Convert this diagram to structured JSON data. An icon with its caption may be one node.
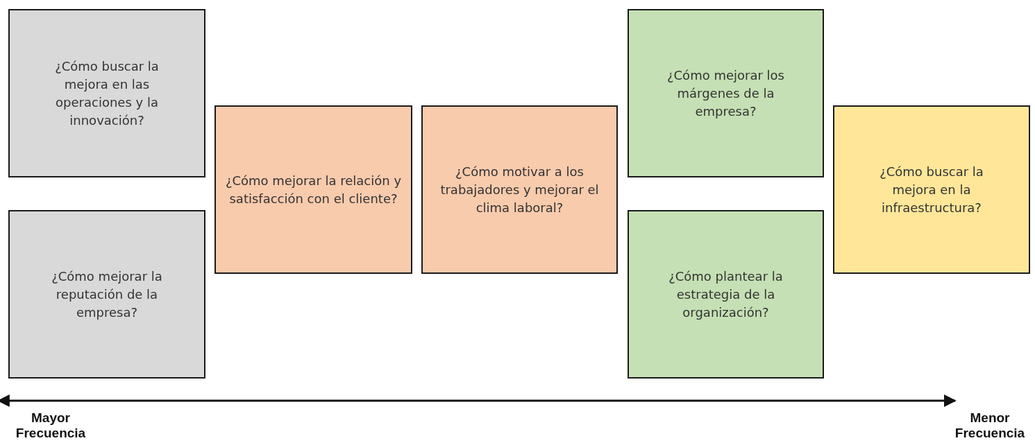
{
  "diagram": {
    "nodes": [
      {
        "text": [
          "¿Cómo buscar la mejora en las operaciones y la innovación?"
        ]
      },
      {
        "text": [
          "¿Cómo mejorar la reputación de la empresa?"
        ]
      },
      {
        "text": [
          "¿Cómo mejorar la relación y satisfacción con el cliente?"
        ]
      },
      {
        "text": [
          "¿Cómo motivar a los trabajadores y mejorar el clima laboral?"
        ]
      },
      {
        "text": [
          "¿Cómo mejorar los márgenes de la empresa?"
        ]
      },
      {
        "text": [
          "¿Cómo plantear la estrategia de la organización?"
        ]
      },
      {
        "text": [
          "¿Cómo buscar la mejora en la infraestructura?"
        ]
      }
    ],
    "labels": [
      "Mayor Frecuencia",
      "Menor Frecuencia"
    ]
  }
}
